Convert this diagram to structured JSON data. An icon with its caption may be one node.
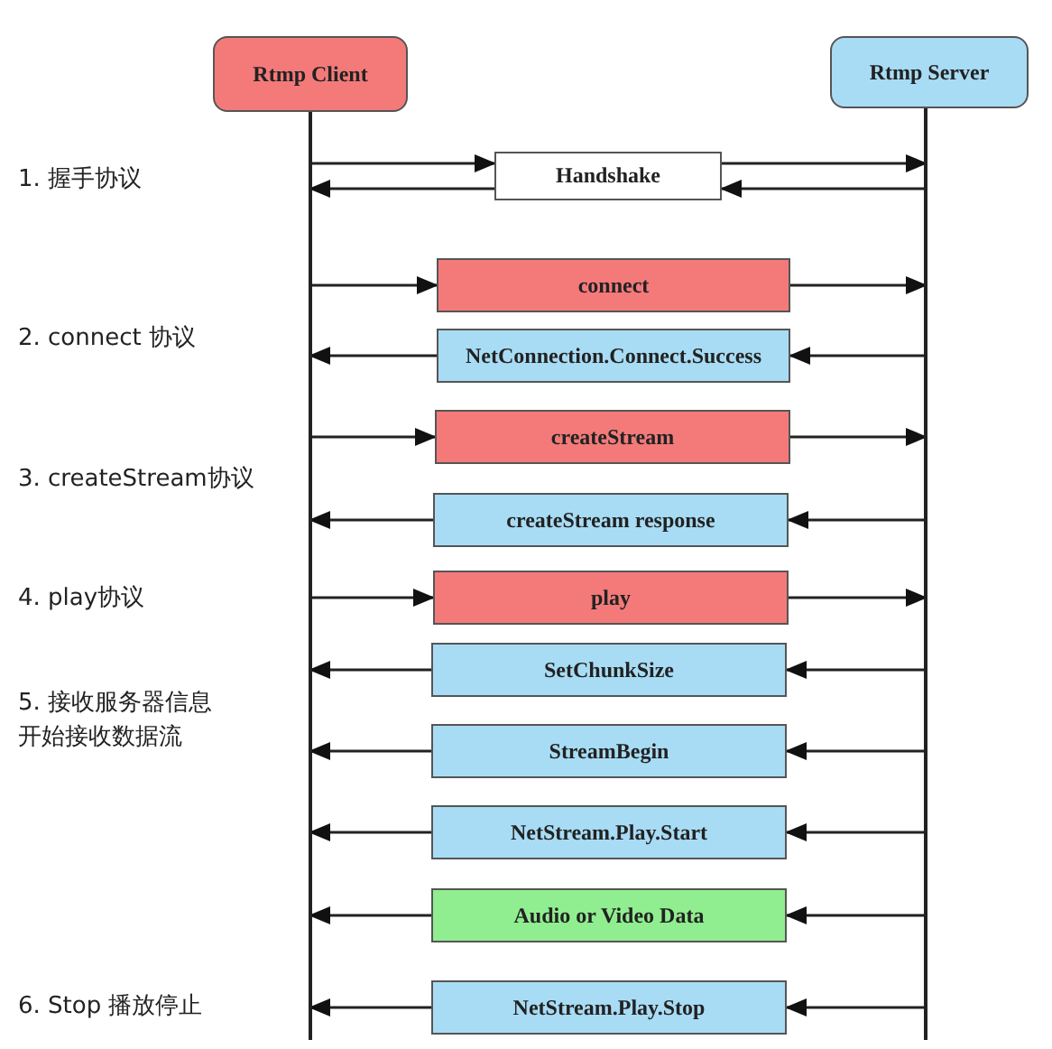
{
  "diagram": {
    "nodes": [
      {
        "text": [
          "Rtmp Client"
        ]
      },
      {
        "text": [
          "Rtmp Server"
        ]
      },
      {
        "text": [
          "Handshake"
        ]
      },
      {
        "text": [
          "connect"
        ]
      },
      {
        "text": [
          "NetConnection.Connect.Success"
        ]
      },
      {
        "text": [
          "createStream"
        ]
      },
      {
        "text": [
          "createStream response"
        ]
      },
      {
        "text": [
          "play"
        ]
      },
      {
        "text": [
          "SetChunkSize"
        ]
      },
      {
        "text": [
          "StreamBegin"
        ]
      },
      {
        "text": [
          "NetStream.Play.Start"
        ]
      },
      {
        "text": [
          "Audio or Video Data"
        ]
      },
      {
        "text": [
          "NetStream.Play.Stop"
        ]
      }
    ],
    "edges": [
      {
        "from": 0,
        "to": 2,
        "arrow": "to"
      },
      {
        "from": 2,
        "to": 1,
        "arrow": "to"
      },
      {
        "from": 1,
        "to": 2,
        "arrow": "to"
      },
      {
        "from": 2,
        "to": 0,
        "arrow": "to"
      },
      {
        "from": 0,
        "to": 3,
        "arrow": "to"
      },
      {
        "from": 3,
        "to": 1,
        "arrow": "to"
      },
      {
        "from": 1,
        "to": 4,
        "arrow": "to"
      },
      {
        "from": 4,
        "to": 0,
        "arrow": "to"
      },
      {
        "from": 0,
        "to": 5,
        "arrow": "to"
      },
      {
        "from": 5,
        "to": 1,
        "arrow": "to"
      },
      {
        "from": 1,
        "to": 6,
        "arrow": "to"
      },
      {
        "from": 6,
        "to": 0,
        "arrow": "to"
      },
      {
        "from": 0,
        "to": 7,
        "arrow": "to"
      },
      {
        "from": 7,
        "to": 1,
        "arrow": "to"
      },
      {
        "from": 1,
        "to": 8,
        "arrow": "to"
      },
      {
        "from": 8,
        "to": 0,
        "arrow": "to"
      },
      {
        "from": 1,
        "to": 9,
        "arrow": "to"
      },
      {
        "from": 9,
        "to": 0,
        "arrow": "to"
      },
      {
        "from": 1,
        "to": 10,
        "arrow": "to"
      },
      {
        "from": 10,
        "to": 0,
        "arrow": "to"
      },
      {
        "from": 1,
        "to": 11,
        "arrow": "to"
      },
      {
        "from": 11,
        "to": 0,
        "arrow": "to"
      },
      {
        "from": 1,
        "to": 12,
        "arrow": "to"
      },
      {
        "from": 12,
        "to": 0,
        "arrow": "to"
      }
    ],
    "labels": [
      "1. 握手协议",
      "2. connect 协议",
      "3. createStream协议",
      "4. play协议",
      "5. 接收服务器信息开始接收数据流",
      "6. Stop 播放停止"
    ]
  }
}
